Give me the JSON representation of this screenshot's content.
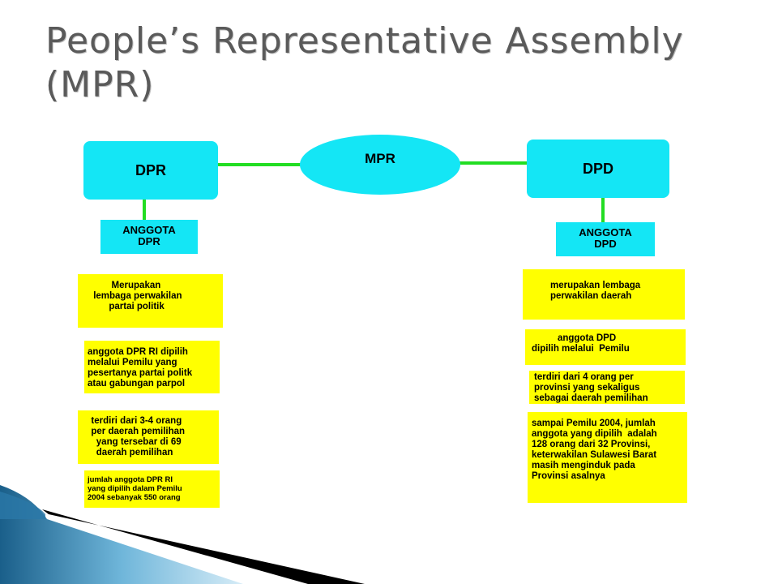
{
  "slide": {
    "title": "People’s Representative Assembly (MPR)"
  },
  "diagram": {
    "center": {
      "label": "MPR"
    },
    "left": {
      "label": "DPR",
      "member_label": "ANGGOTA\nDPR",
      "notes": [
        "        Merupakan\n lembaga perwakilan\n       partai politik",
        "anggota DPR RI dipilih\nmelalui Pemilu yang\npesertanya partai politk\natau gabungan parpol",
        "  terdiri dari 3-4 orang\n  per daerah pemilihan\n    yang tersebar di 69\n    daerah pemilihan",
        "jumlah anggota DPR RI\nyang dipilih dalam Pemilu\n2004 sebanyak 550 orang"
      ]
    },
    "right": {
      "label": "DPD",
      "member_label": "ANGGOTA\nDPD",
      "notes": [
        "     merupakan lembaga\n     perwakilan daerah",
        "          anggota DPD\ndipilih melalui  Pemilu",
        "terdiri dari 4 orang per\nprovinsi yang sekaligus\nsebagai daerah pemilihan",
        "sampai Pemilu 2004, jumlah\nanggota yang dipilih  adalah\n128 orang dari 32 Provinsi,\nketerwakilan Sulawesi Barat\nmasih menginduk pada\nProvinsi asalnya"
      ]
    }
  },
  "colors": {
    "box": "#14e6f5",
    "note": "#ffff00",
    "connector": "#22dd22",
    "title": "#5a5a5a"
  }
}
